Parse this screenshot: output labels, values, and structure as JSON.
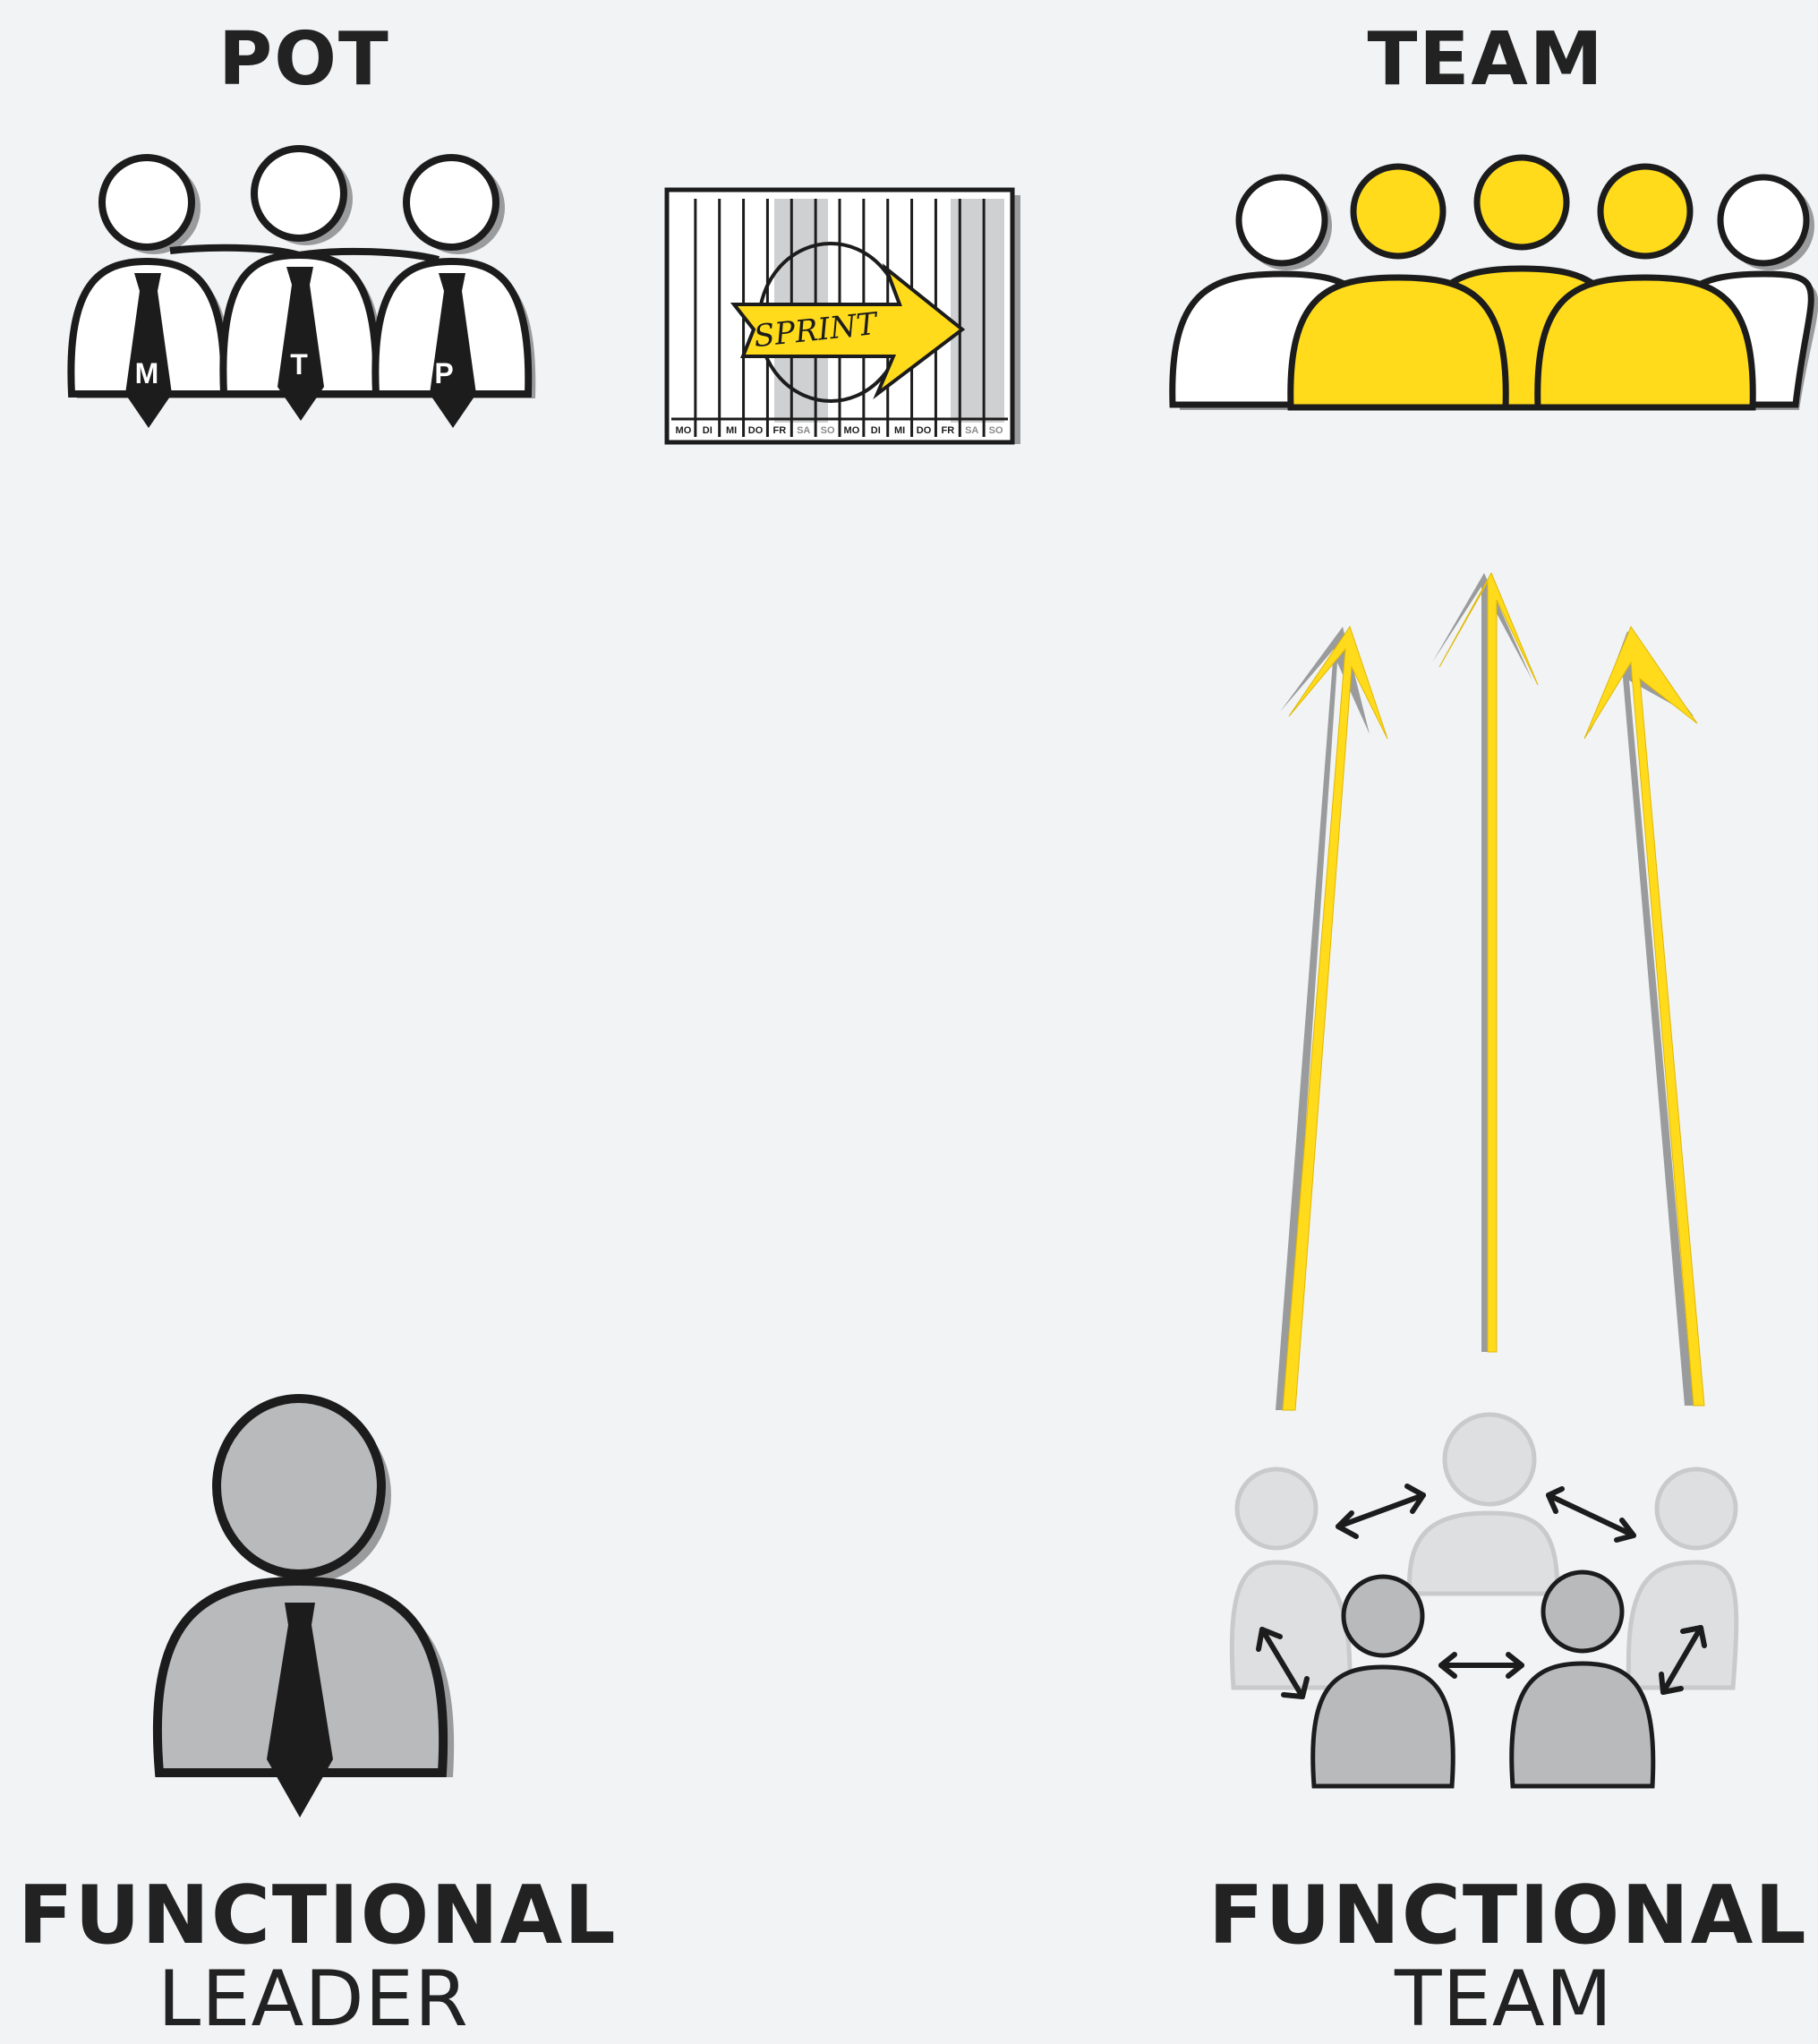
{
  "labels": {
    "pot": "POT",
    "team": "TEAM",
    "functional_leader_1": "FUNCTIONAL",
    "functional_leader_2": "LEADER",
    "functional_team_1": "FUNCTIONAL",
    "functional_team_2": "TEAM"
  },
  "pot_ties": [
    "M",
    "T",
    "P"
  ],
  "sprint": {
    "arrow_text": "SPRINT",
    "days": [
      "MO",
      "DI",
      "MI",
      "DO",
      "FR",
      "SA",
      "SO",
      "MO",
      "DI",
      "MI",
      "DO",
      "FR",
      "SA",
      "SO"
    ]
  },
  "colors": {
    "background": "#f1f3f5",
    "accent_yellow": "#ffdb1c",
    "ink": "#1c1c1c",
    "grey": "#b9babc",
    "light_grey": "#d6d6d8"
  }
}
